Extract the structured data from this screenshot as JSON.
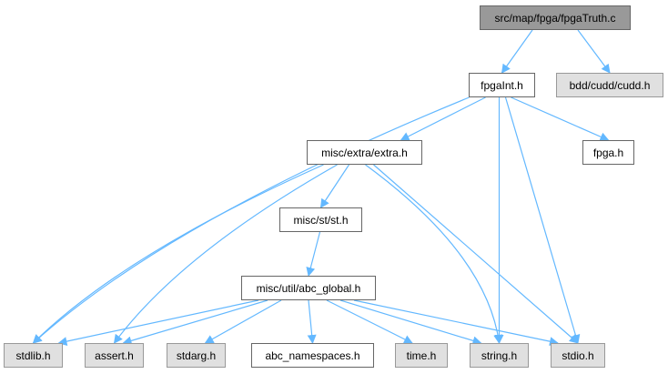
{
  "diagram": {
    "type": "include-dependency-graph",
    "edge_color": "#63b8ff",
    "nodes": [
      {
        "id": "root",
        "label": "src/map/fpga/fpgaTruth.c",
        "kind": "root"
      },
      {
        "id": "fpgaint",
        "label": "fpgaInt.h",
        "kind": "internal"
      },
      {
        "id": "cudd",
        "label": "bdd/cudd/cudd.h",
        "kind": "external"
      },
      {
        "id": "extra",
        "label": "misc/extra/extra.h",
        "kind": "internal"
      },
      {
        "id": "fpga",
        "label": "fpga.h",
        "kind": "internal"
      },
      {
        "id": "st",
        "label": "misc/st/st.h",
        "kind": "internal"
      },
      {
        "id": "abcglobal",
        "label": "misc/util/abc_global.h",
        "kind": "internal"
      },
      {
        "id": "stdlib",
        "label": "stdlib.h",
        "kind": "external"
      },
      {
        "id": "assert",
        "label": "assert.h",
        "kind": "external"
      },
      {
        "id": "stdarg",
        "label": "stdarg.h",
        "kind": "external"
      },
      {
        "id": "abcns",
        "label": "abc_namespaces.h",
        "kind": "internal"
      },
      {
        "id": "time",
        "label": "time.h",
        "kind": "external"
      },
      {
        "id": "string",
        "label": "string.h",
        "kind": "external"
      },
      {
        "id": "stdio",
        "label": "stdio.h",
        "kind": "external"
      }
    ],
    "edges": [
      [
        "root",
        "fpgaint"
      ],
      [
        "root",
        "cudd"
      ],
      [
        "fpgaint",
        "extra"
      ],
      [
        "fpgaint",
        "fpga"
      ],
      [
        "fpgaint",
        "stdlib"
      ],
      [
        "fpgaint",
        "string"
      ],
      [
        "fpgaint",
        "stdio"
      ],
      [
        "extra",
        "st"
      ],
      [
        "extra",
        "stdlib"
      ],
      [
        "extra",
        "assert"
      ],
      [
        "extra",
        "string"
      ],
      [
        "extra",
        "stdio"
      ],
      [
        "st",
        "abcglobal"
      ],
      [
        "abcglobal",
        "stdlib"
      ],
      [
        "abcglobal",
        "assert"
      ],
      [
        "abcglobal",
        "stdarg"
      ],
      [
        "abcglobal",
        "abcns"
      ],
      [
        "abcglobal",
        "time"
      ],
      [
        "abcglobal",
        "string"
      ],
      [
        "abcglobal",
        "stdio"
      ]
    ]
  }
}
